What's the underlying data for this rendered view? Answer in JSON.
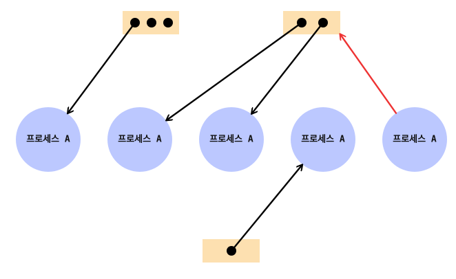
{
  "processes": [
    {
      "label": "프로세스 A"
    },
    {
      "label": "프로세스 A"
    },
    {
      "label": "프로세스 A"
    },
    {
      "label": "프로세스 A"
    },
    {
      "label": "프로세스 A"
    }
  ],
  "pointer_boxes": [
    {
      "dots": 3
    },
    {
      "dots": 2
    },
    {
      "dots": 1
    }
  ],
  "connections": [
    {
      "from_box": 0,
      "from_dot": 0,
      "to_process": 0,
      "direction": "box-to-process",
      "color": "#000000"
    },
    {
      "from_box": 1,
      "from_dot": 0,
      "to_process": 1,
      "direction": "box-to-process",
      "color": "#000000"
    },
    {
      "from_box": 1,
      "from_dot": 1,
      "to_process": 2,
      "direction": "box-to-process",
      "color": "#000000"
    },
    {
      "from_box": 2,
      "from_dot": 0,
      "to_process": 3,
      "direction": "box-to-process",
      "color": "#000000"
    },
    {
      "from_box": 1,
      "from_dot": null,
      "to_process": 4,
      "direction": "process-to-box",
      "color": "#ee3333"
    }
  ],
  "colors": {
    "box": "#fde0b0",
    "dot": "#000000",
    "process": "#bcc8ff",
    "arrow": "#000000",
    "highlight_arrow": "#ee3333"
  }
}
